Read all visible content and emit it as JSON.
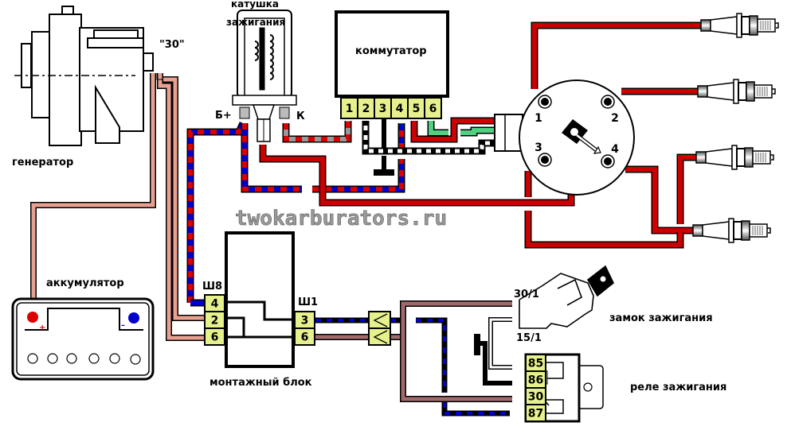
{
  "diagram": {
    "type": "wiring-diagram",
    "title": "Ignition system wiring (contactless, with switch/commutator)",
    "watermark": "twokarburators.ru",
    "colors": {
      "high_voltage": "#cc0000",
      "battery_pink": "#e8a090",
      "brown": "#a06a6a",
      "blue": "#0000cc",
      "red": "#dd0000",
      "green": "#50d080",
      "gray": "#999999",
      "pin_fill": "#e6f08c"
    },
    "components": {
      "generator": {
        "label": "генератор",
        "terminal": "\"30\""
      },
      "coil": {
        "label_line1": "катушка",
        "label_line2": "зажигания",
        "terminal_plus": "Б+",
        "terminal_k": "К"
      },
      "commutator": {
        "label": "коммутатор",
        "pins": [
          "1",
          "2",
          "3",
          "4",
          "5",
          "6"
        ]
      },
      "distributor": {
        "terminals": [
          "1",
          "2",
          "3",
          "4"
        ]
      },
      "spark_plugs": {
        "count": 4
      },
      "battery": {
        "label": "аккумулятор",
        "plus": "+",
        "minus": "–"
      },
      "fuse_block": {
        "label": "монтажный блок",
        "connector_left": {
          "name": "Ш8",
          "pins": [
            "4",
            "2",
            "6"
          ]
        },
        "connector_right": {
          "name": "Ш1",
          "pins": [
            "3",
            "6"
          ]
        }
      },
      "ignition_switch": {
        "label": "замок зажигания",
        "terminal_a": "30/1",
        "terminal_b": "15/1"
      },
      "relay": {
        "label": "реле зажигания",
        "pins": [
          "85",
          "86",
          "30",
          "87"
        ]
      }
    }
  }
}
